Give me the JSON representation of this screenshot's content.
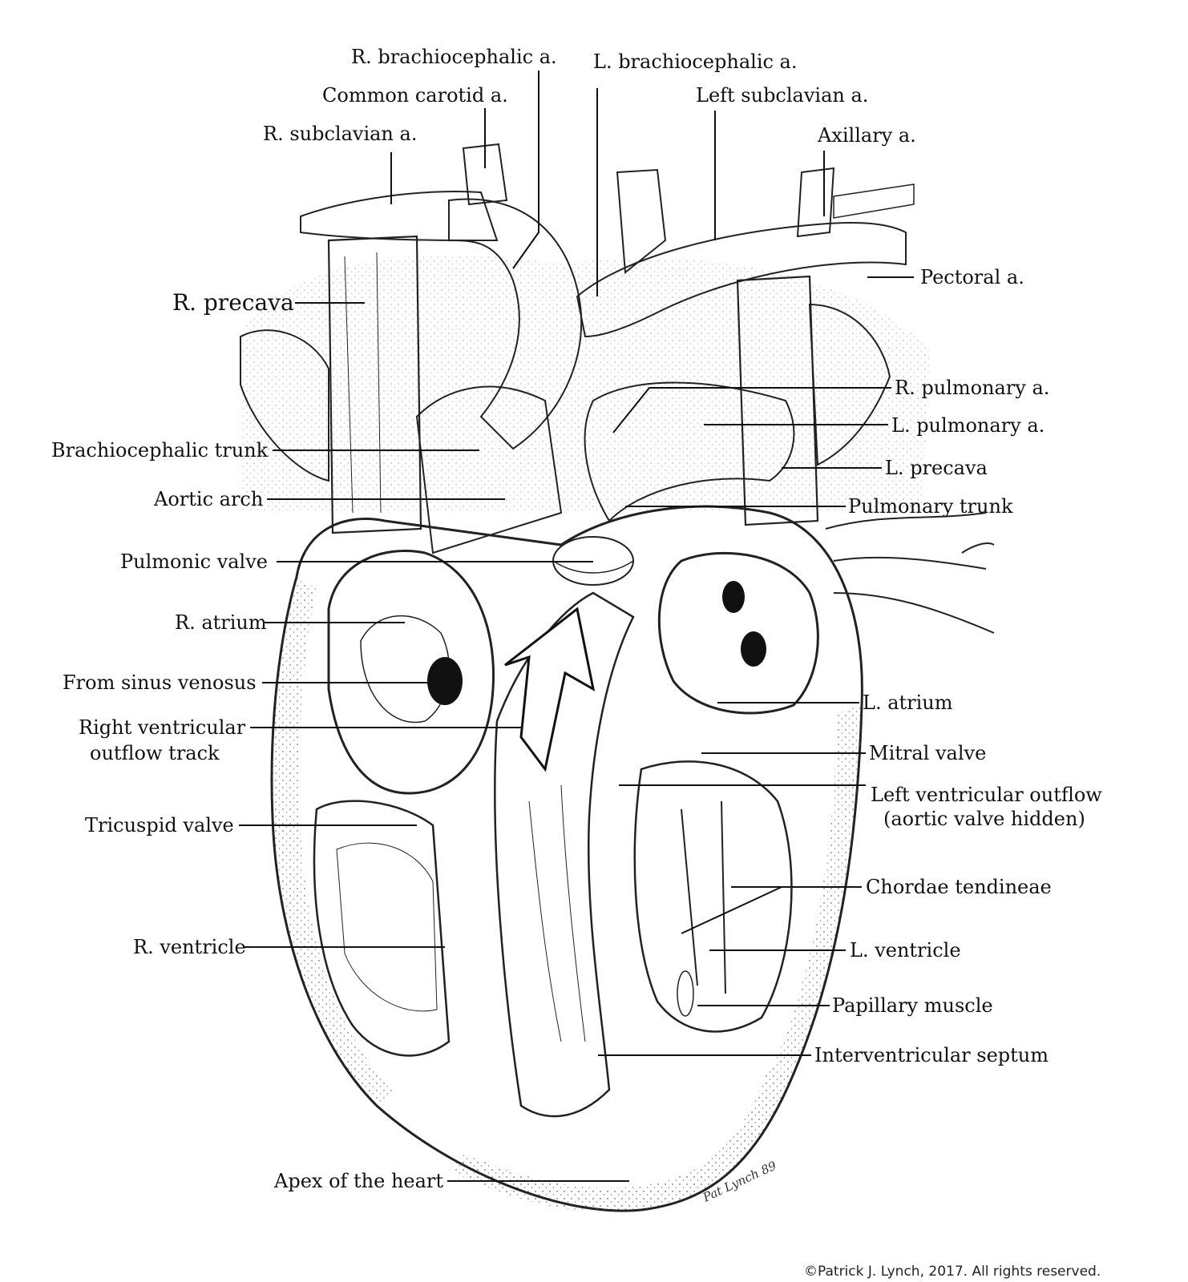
{
  "labels": {
    "r_brachiocephalic": "R. brachiocephalic a.",
    "l_brachiocephalic": "L. brachiocephalic a.",
    "common_carotid": "Common carotid a.",
    "left_subclavian": "Left subclavian a.",
    "r_subclavian": "R. subclavian a.",
    "axillary": "Axillary a.",
    "pectoral": "Pectoral a.",
    "r_precava": "R. precava",
    "r_pulmonary": "R. pulmonary a.",
    "l_pulmonary": "L. pulmonary a.",
    "l_precava": "L. precava",
    "brachiocephalic_trunk": "Brachiocephalic trunk",
    "aortic_arch": "Aortic arch",
    "pulmonary_trunk": "Pulmonary trunk",
    "pulmonic_valve": "Pulmonic valve",
    "r_atrium": "R. atrium",
    "from_sinus_venosus": "From sinus venosus",
    "l_atrium": "L. atrium",
    "rv_outflow_line1": "Right ventricular",
    "rv_outflow_line2": "outflow track",
    "mitral_valve": "Mitral valve",
    "lv_outflow_line1": "Left ventricular outflow",
    "lv_outflow_line2": "(aortic valve hidden)",
    "tricuspid_valve": "Tricuspid valve",
    "chordae_tendineae": "Chordae tendineae",
    "r_ventricle": "R. ventricle",
    "l_ventricle": "L. ventricle",
    "papillary_muscle": "Papillary muscle",
    "interventricular_septum": "Interventricular septum",
    "apex": "Apex of the heart"
  },
  "signature": "Pat Lynch 89",
  "copyright": "©Patrick J. Lynch, 2017. All rights reserved."
}
